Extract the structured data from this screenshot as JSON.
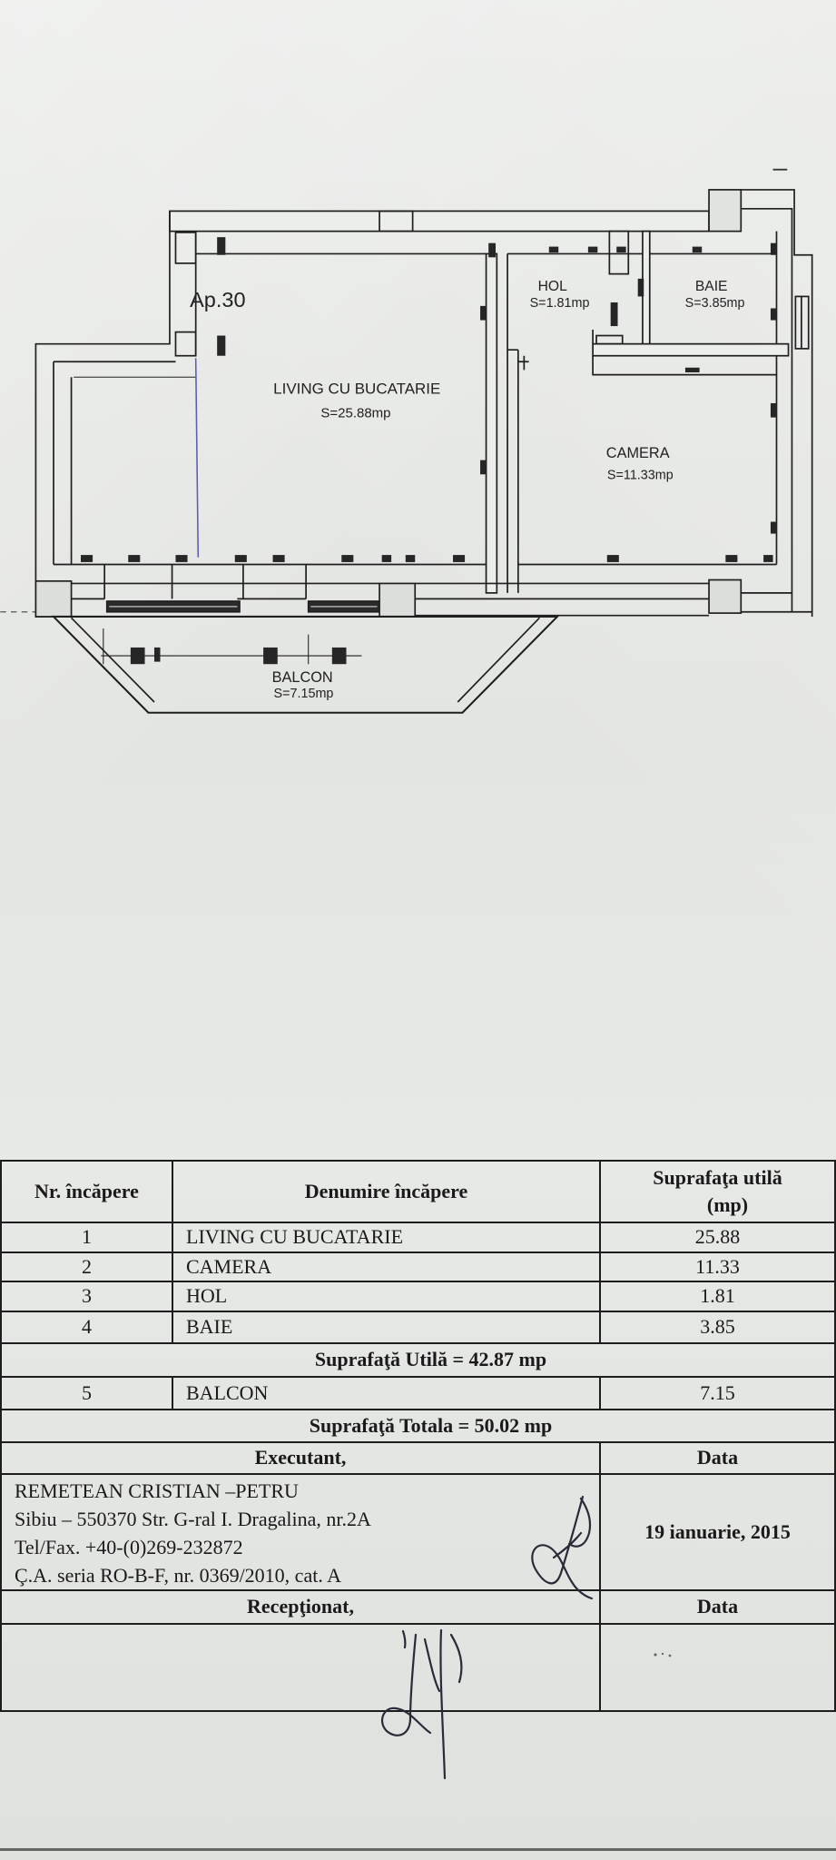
{
  "colors": {
    "paper": "#e6e8e5",
    "ink": "#1d1d1d",
    "pen_line": "#5a5fb3"
  },
  "plan": {
    "apartment_label": "Ap.30",
    "rooms": [
      {
        "name": "LIVING CU BUCATARIE",
        "area": "S=25.88mp"
      },
      {
        "name": "HOL",
        "area": "S=1.81mp"
      },
      {
        "name": "BAIE",
        "area": "S=3.85mp"
      },
      {
        "name": "CAMERA",
        "area": "S=11.33mp"
      },
      {
        "name": "BALCON",
        "area": "S=7.15mp"
      }
    ]
  },
  "table": {
    "headers": {
      "number": "Nr. încăpere",
      "name": "Denumire încăpere",
      "area_line1": "Suprafaţa utilă",
      "area_line2": "(mp)"
    },
    "rows": [
      {
        "number": "1",
        "name": "LIVING CU BUCATARIE",
        "area": "25.88"
      },
      {
        "number": "2",
        "name": "CAMERA",
        "area": "11.33"
      },
      {
        "number": "3",
        "name": "HOL",
        "area": "1.81"
      },
      {
        "number": "4",
        "name": "BAIE",
        "area": "3.85"
      },
      {
        "number": "5",
        "name": "BALCON",
        "area": "7.15"
      }
    ],
    "useful_area_total": "Suprafaţă Utilă = 42.87 mp",
    "overall_total": "Suprafaţă Totala = 50.02 mp",
    "executant": {
      "label": "Executant,",
      "date_label": "Data",
      "details": [
        "REMETEAN CRISTIAN –PETRU",
        "Sibiu – 550370 Str. G-ral I. Dragalina, nr.2A",
        "Tel/Fax. +40-(0)269-232872",
        "Ç.A. seria RO-B-F, nr. 0369/2010, cat. A"
      ],
      "date": "19 ianuarie, 2015"
    },
    "receptionat": {
      "label": "Recepţionat,",
      "date_label": "Data"
    }
  }
}
